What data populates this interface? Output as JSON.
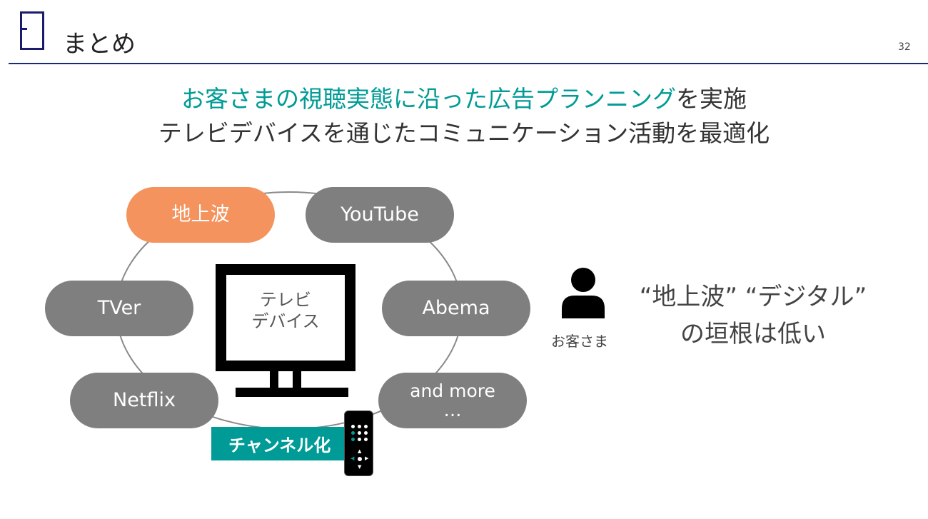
{
  "header": {
    "title": "まとめ",
    "page_number": "32"
  },
  "headline": {
    "line1_highlight": "お客さまの視聴実態に沿った広告プランニング",
    "line1_rest": "を実施",
    "line2": "テレビデバイスを通じたコミュニケーション活動を最適化"
  },
  "diagram": {
    "channels": [
      {
        "label": "地上波",
        "color": "#F4935D"
      },
      {
        "label": "YouTube",
        "color": "#7F7F7F"
      },
      {
        "label": "TVer",
        "color": "#7F7F7F"
      },
      {
        "label": "Abema",
        "color": "#7F7F7F"
      },
      {
        "label": "Netflix",
        "color": "#7F7F7F"
      },
      {
        "label": "and more",
        "sub": "…",
        "color": "#7F7F7F"
      }
    ],
    "tv_line1": "テレビ",
    "tv_line2": "デバイス",
    "banner": "チャンネル化",
    "accent": "#009B96"
  },
  "customer": {
    "label": "お客さま",
    "message_line1": "“地上波” “デジタル”",
    "message_line2": "の垣根は低い"
  }
}
